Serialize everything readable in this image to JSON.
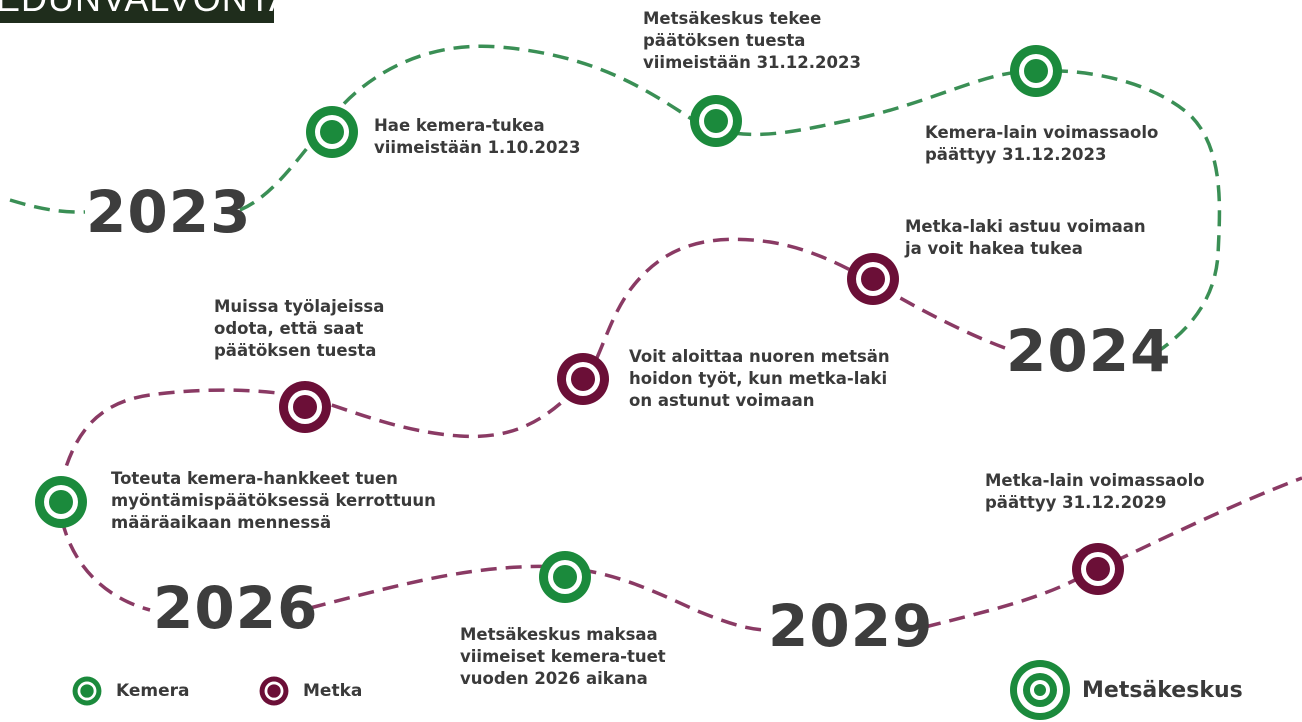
{
  "header": {
    "banner_text": "EDUNVALVONTA"
  },
  "colors": {
    "kemera": "#1b8a3c",
    "metka": "#6b0f37",
    "text": "#3a3a3a",
    "banner_bg": "#1f2d1c"
  },
  "years": {
    "y2023": "2023",
    "y2024": "2024",
    "y2026": "2026",
    "y2029": "2029"
  },
  "milestones": {
    "hae_kemera": {
      "text": "Hae kemera-tukea\nviimeistään 1.10.2023",
      "program": "kemera"
    },
    "metsakeskus_paatos": {
      "text": "Metsäkeskus tekee\npäätöksen tuesta\nviimeistään 31.12.2023",
      "program": "kemera"
    },
    "kemera_paattyy": {
      "text": "Kemera-lain voimassaolo\npäättyy 31.12.2023",
      "program": "kemera"
    },
    "metka_voimaan": {
      "text": "Metka-laki astuu voimaan\nja voit hakea tukea",
      "program": "metka"
    },
    "nuoren_metsan": {
      "text": "Voit aloittaa nuoren metsän\nhoidon työt, kun metka-laki\non astunut voimaan",
      "program": "metka"
    },
    "muissa_tyolajeissa": {
      "text": "Muissa työlajeissa\nodota, että saat\npäätöksen tuesta",
      "program": "metka"
    },
    "toteuta_kemera": {
      "text": "Toteuta kemera-hankkeet tuen\nmyöntämispäätöksessä kerrottuun\nmääräaikaan mennessä",
      "program": "kemera"
    },
    "maksaa_viimeiset": {
      "text": "Metsäkeskus maksaa\nviimeiset kemera-tuet\nvuoden 2026 aikana",
      "program": "kemera"
    },
    "metka_paattyy": {
      "text": "Metka-lain voimassaolo\npäättyy 31.12.2029",
      "program": "metka"
    }
  },
  "legend": {
    "kemera_label": "Kemera",
    "metka_label": "Metka"
  },
  "logo": {
    "name": "Metsäkeskus"
  }
}
